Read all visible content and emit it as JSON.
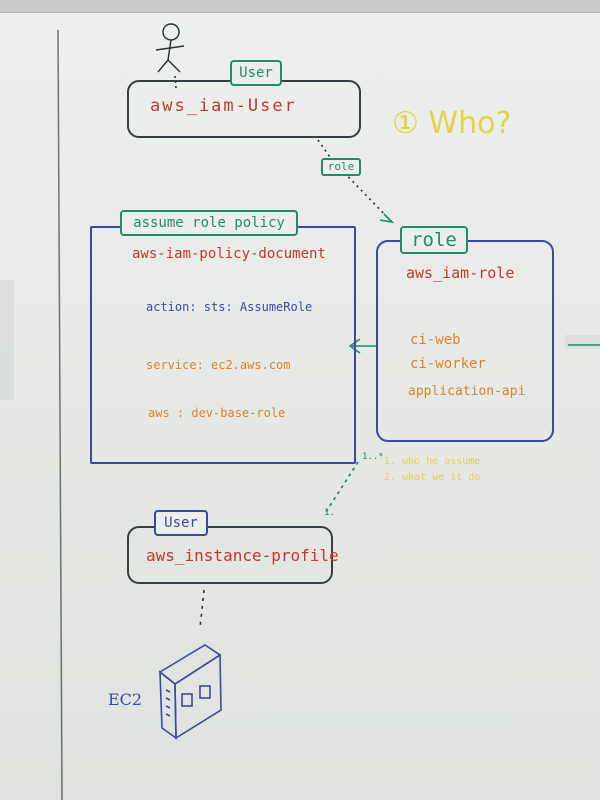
{
  "colors": {
    "ink_black": "#2b2f38",
    "ink_red": "#c0392b",
    "ink_blue": "#3a4a9e",
    "ink_orange": "#d9842a",
    "ink_green": "#1f8c6e",
    "ink_yellow": "#e3d24a"
  },
  "top": {
    "tab": "User",
    "label": "aws_iam-User",
    "stick_figure_icon": "stick-figure-icon"
  },
  "connector_label": "role",
  "who_note": "① Who?",
  "policy": {
    "tab": "assume role policy",
    "title": "aws-iam-policy-document",
    "action": "action: sts: AssumeRole",
    "service": "service: ec2.aws.com",
    "aws": "aws : dev-base-role"
  },
  "role": {
    "tab": "role",
    "title": "aws_iam-role",
    "items": [
      "ci-web",
      "ci-worker",
      "application-api"
    ]
  },
  "numbered_notes": [
    "1. who he assume",
    "2. what we it do"
  ],
  "multiplicity": {
    "top": "1..*",
    "bottom": "1."
  },
  "instance_profile": {
    "tab": "User",
    "label": "aws_instance-profile"
  },
  "ec2": {
    "label": "EC2",
    "icon": "server-icon"
  }
}
